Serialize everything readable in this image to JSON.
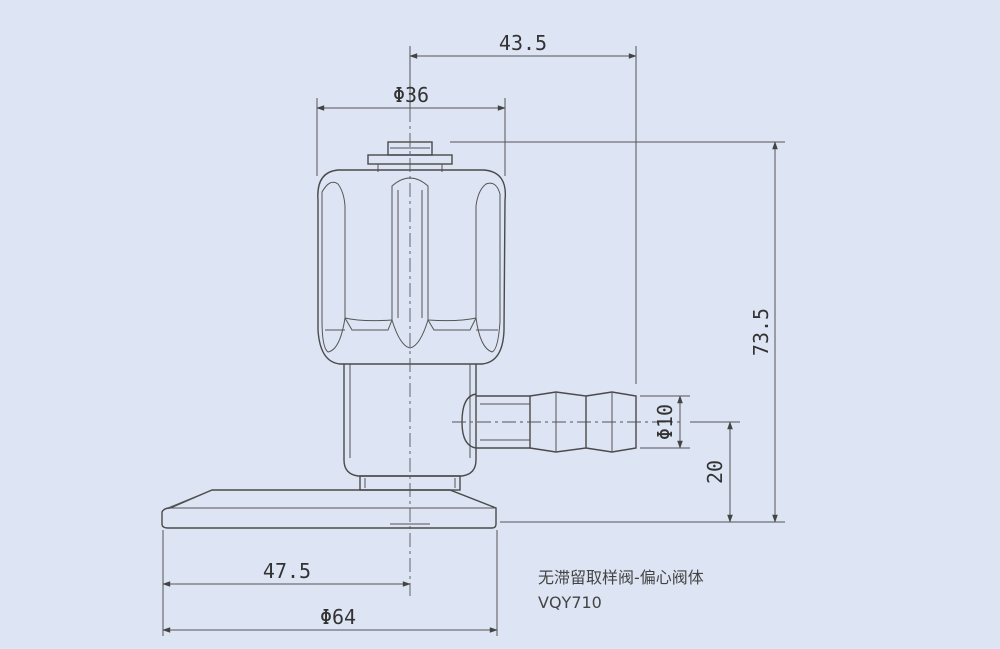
{
  "dimensions": {
    "offset_outlet": "43.5",
    "body_diameter": "Φ36",
    "height_total": "73.5",
    "outlet_diameter": "Φ10",
    "outlet_height": "20",
    "offset_flange": "47.5",
    "flange_diameter": "Φ64"
  },
  "caption": {
    "title": "无滞留取样阀-偏心阀体",
    "model": "VQY710"
  },
  "colors": {
    "background": "#dde4f3",
    "line": "#4a4a4a"
  }
}
